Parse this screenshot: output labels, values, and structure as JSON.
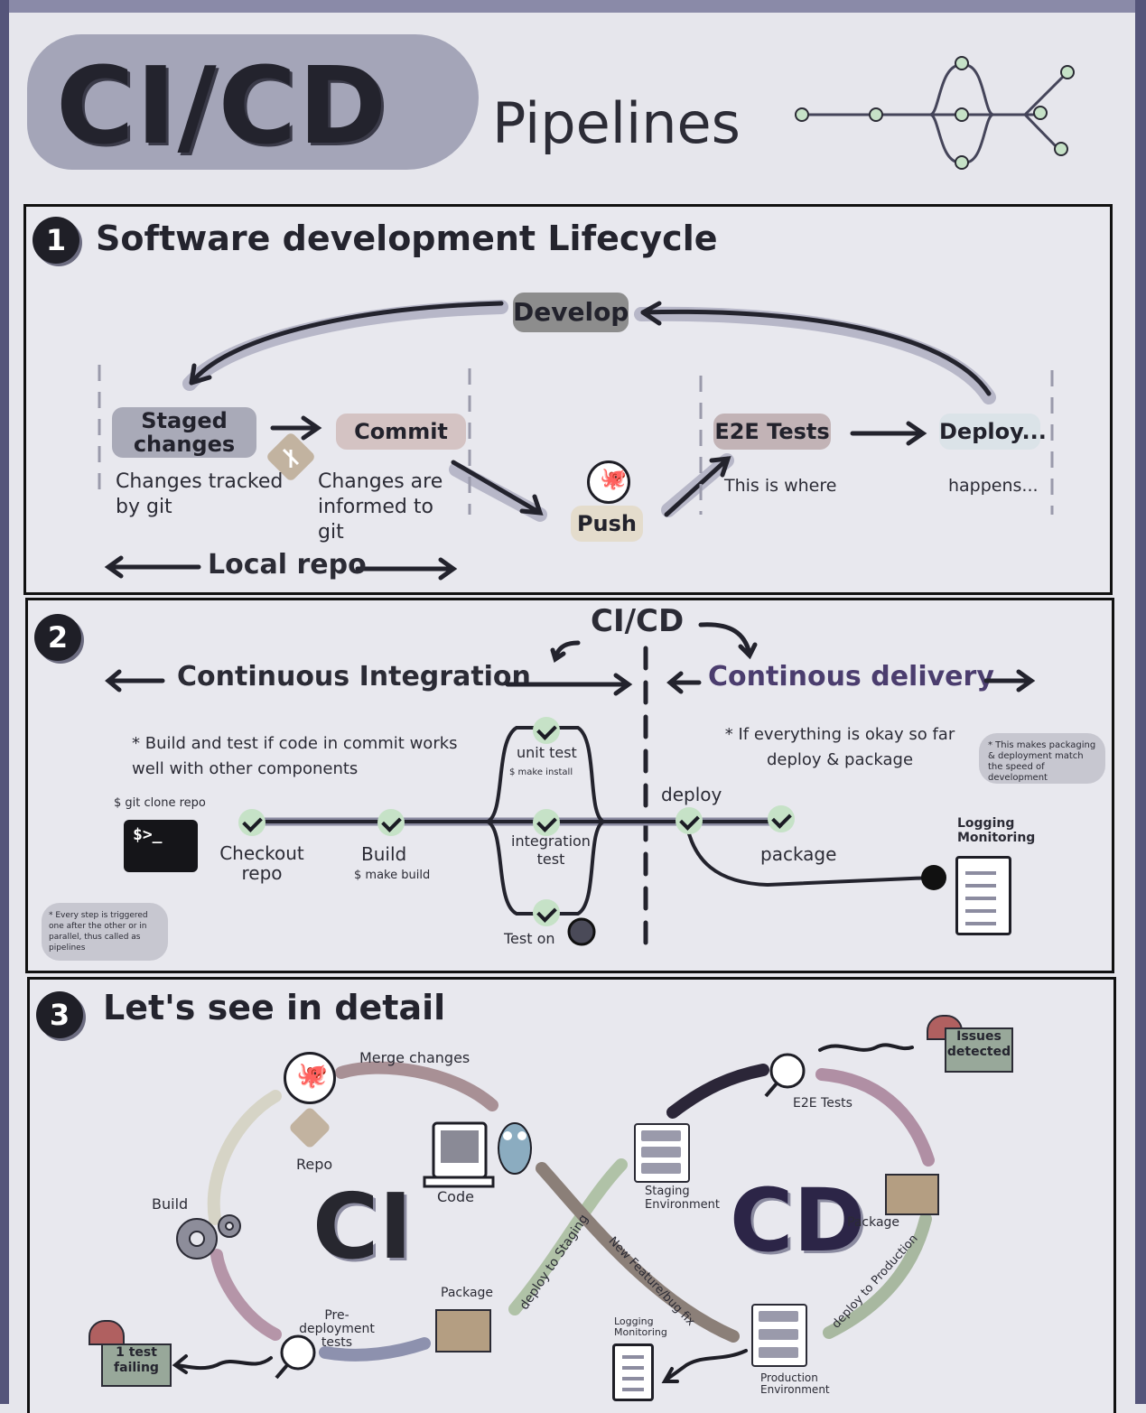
{
  "title": {
    "main": "CI/CD",
    "sub": "Pipelines"
  },
  "section1": {
    "number": "1",
    "heading": "Software development Lifecycle",
    "develop": "Develop",
    "staged": "Staged changes",
    "commit": "Commit",
    "push": "Push",
    "e2e": "E2E Tests",
    "deploy": "Deploy...",
    "note_staged": "Changes tracked by git",
    "note_commit": "Changes are informed to git",
    "note_this": "This is where",
    "note_happens": "happens...",
    "local_repo": "Local repo"
  },
  "section2": {
    "number": "2",
    "cicd": "CI/CD",
    "ci_label": "Continuous Integration",
    "cd_label": "Continous delivery",
    "ci_note": "* Build and test if code in commit works well with other components",
    "cd_note": "* If everything is okay so far deploy & package",
    "cd_side_note": "* This makes packaging & deployment match the speed of development",
    "git_clone": "$ git clone repo",
    "terminal": "$>_",
    "checkout": "Checkout repo",
    "build": "Build",
    "make_build": "$ make build",
    "unit_test": "unit test",
    "make_install": "$ make install",
    "integration_test": "integration test",
    "test_on": "Test on",
    "deploy": "deploy",
    "package": "package",
    "logging": "Logging Monitoring",
    "pipeline_note": "* Every step is triggered one after the other or in parallel, thus called as pipelines"
  },
  "section3": {
    "number": "3",
    "heading": "Let's see in detail",
    "ci": "CI",
    "cd": "CD",
    "merge": "Merge changes",
    "repo": "Repo",
    "code": "Code",
    "build": "Build",
    "pre_deploy": "Pre-deployment tests",
    "package_ci": "Package",
    "test_failing": "1 test failing",
    "deploy_staging": "deploy to Staging",
    "new_feature": "New Feature/bug fix",
    "staging_env": "Staging Environment",
    "e2e": "E2E Tests",
    "issues": "Issues detected",
    "package_cd": "Package",
    "deploy_prod": "deploy to Production",
    "prod_env": "Production Environment",
    "logging": "Logging Monitoring"
  },
  "colors": {
    "frame": "#55557a",
    "accent_purple": "#4b3d6e",
    "check_green": "#c6e2c7"
  }
}
